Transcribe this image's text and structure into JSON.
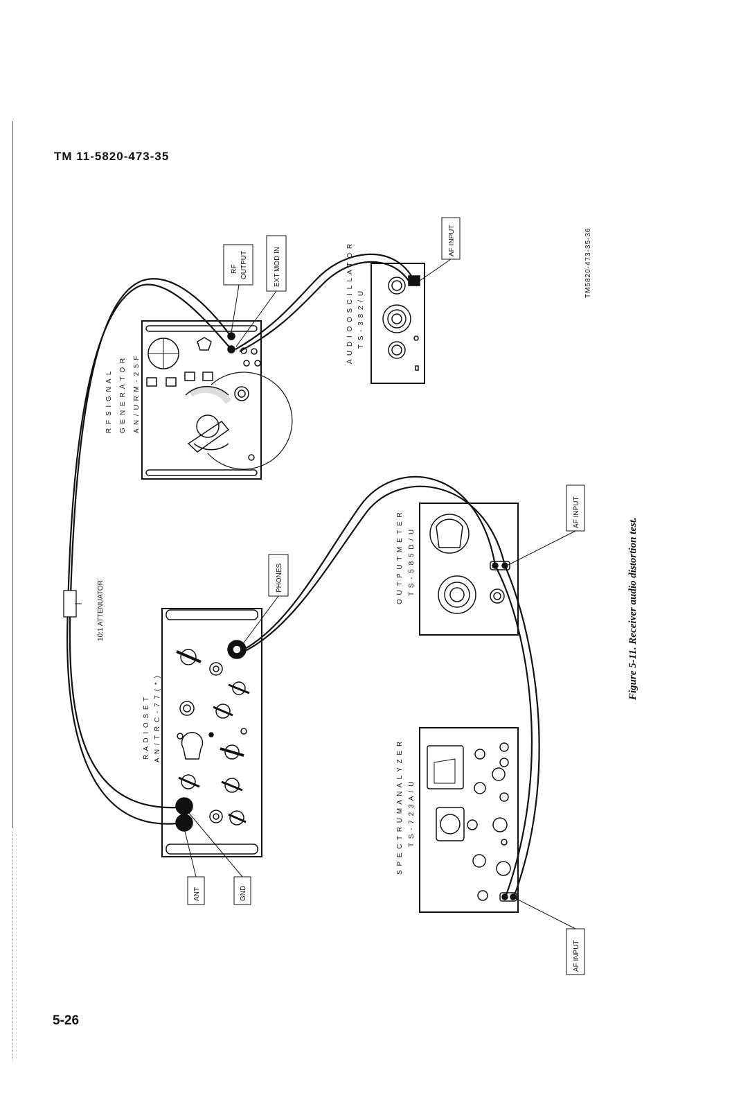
{
  "document": {
    "header": "TM 11-5820-473-35",
    "page_number": "5-26",
    "figure_id": "TM5820-473-35-36",
    "caption": "Figure 5-11. Receiver audio distortion test."
  },
  "equipment": {
    "rf_signal_generator": [
      "R F  S I G N A L",
      "G E N E R A T O R",
      "A N / U R M - 2 5 F"
    ],
    "audio_oscillator": [
      "A U D I O  O S C I L L A T O R",
      "T S - 3 8 2 / U"
    ],
    "output_meter": [
      "O U T P U T  M E T E R",
      "T S - 5 8 5 D / U"
    ],
    "spectrum_analyzer": [
      "S P E C T R U M  A N A L Y Z E R",
      "T S - 7 2 3 A / U"
    ],
    "radio_set": [
      "R A D I O  S E T",
      "A N / T R C - 7 7 ( * )"
    ]
  },
  "callouts": {
    "rf_output": [
      "RF",
      "OUTPUT"
    ],
    "ext_mod_in": "EXT MOD IN",
    "af_input_oscillator": "AF INPUT",
    "af_input_meter": "AF INPUT",
    "af_input_analyzer": "AF INPUT",
    "phones": "PHONES",
    "ant": "ANT",
    "gnd": "GND",
    "attenuator": "10:1 ATTENUATOR"
  }
}
